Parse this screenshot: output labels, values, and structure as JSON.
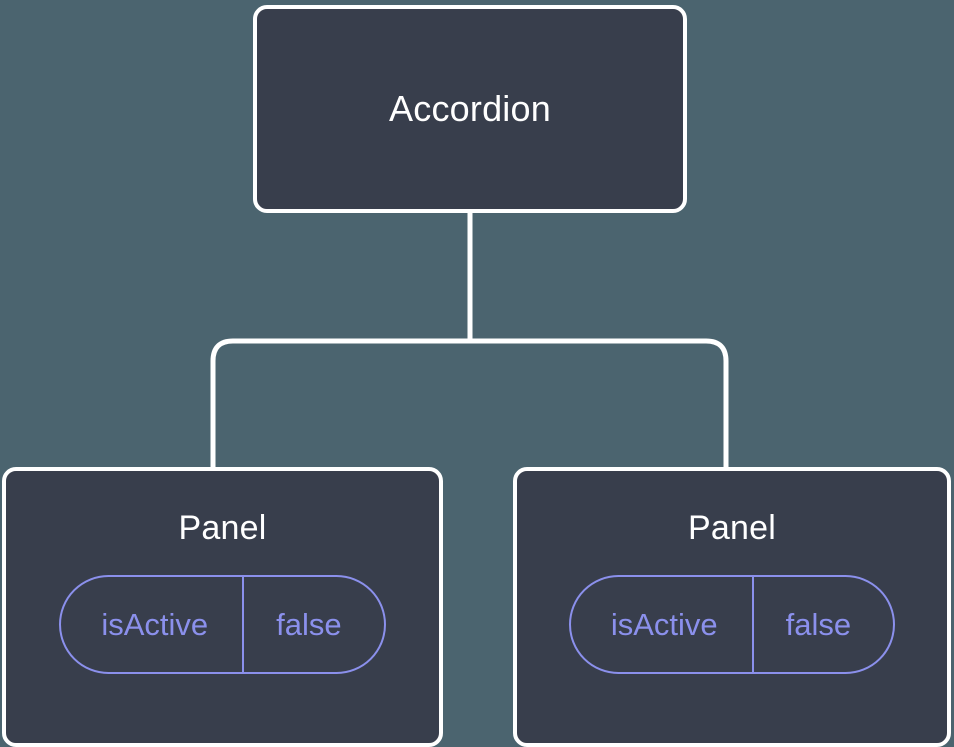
{
  "canvas": {
    "background_color": "#4b646f",
    "node_fill_color": "#383e4c",
    "node_border_color": "#ffffff",
    "edge_color": "#ffffff",
    "prop_accent_color": "#8b90ec",
    "title_color": "#ffffff"
  },
  "tree": {
    "root": {
      "title": "Accordion"
    },
    "children": [
      {
        "title": "Panel",
        "prop": {
          "key": "isActive",
          "value": "false"
        }
      },
      {
        "title": "Panel",
        "prop": {
          "key": "isActive",
          "value": "false"
        }
      }
    ]
  }
}
